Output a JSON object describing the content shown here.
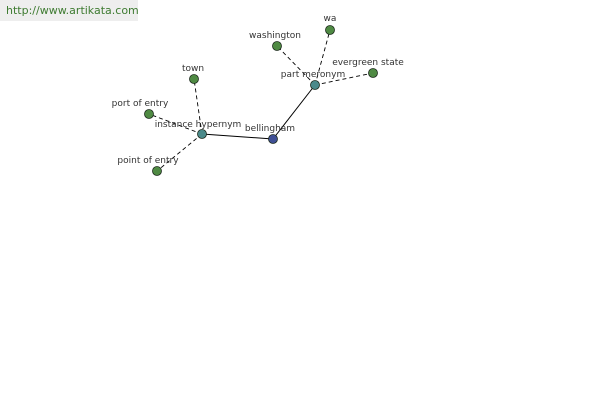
{
  "watermark": {
    "text": "http://www.artikata.com",
    "color": "#3e7b31",
    "background": "#eeeeee"
  },
  "colors": {
    "focus_node": "#3f4f95",
    "relation_node": "#4b8a8a",
    "leaf_node": "#4f8a43",
    "edge": "#000000",
    "label": "#333333"
  },
  "graph": {
    "nodes": [
      {
        "id": "bellingham",
        "label": "bellingham",
        "kind": "focus"
      },
      {
        "id": "instance-hypernym",
        "label": "instance hypernym",
        "kind": "relation"
      },
      {
        "id": "part-meronym",
        "label": "part meronym",
        "kind": "relation"
      },
      {
        "id": "town",
        "label": "town",
        "kind": "leaf"
      },
      {
        "id": "port-of-entry",
        "label": "port of entry",
        "kind": "leaf"
      },
      {
        "id": "point-of-entry",
        "label": "point of entry",
        "kind": "leaf"
      },
      {
        "id": "washington",
        "label": "washington",
        "kind": "leaf"
      },
      {
        "id": "wa",
        "label": "wa",
        "kind": "leaf"
      },
      {
        "id": "evergreen-state",
        "label": "evergreen state",
        "kind": "leaf"
      }
    ],
    "edges": [
      {
        "from": "bellingham",
        "to": "instance-hypernym",
        "style": "solid"
      },
      {
        "from": "bellingham",
        "to": "part-meronym",
        "style": "solid"
      },
      {
        "from": "instance-hypernym",
        "to": "town",
        "style": "dashed"
      },
      {
        "from": "instance-hypernym",
        "to": "port-of-entry",
        "style": "dashed"
      },
      {
        "from": "instance-hypernym",
        "to": "point-of-entry",
        "style": "dashed"
      },
      {
        "from": "part-meronym",
        "to": "washington",
        "style": "dashed"
      },
      {
        "from": "part-meronym",
        "to": "wa",
        "style": "dashed"
      },
      {
        "from": "part-meronym",
        "to": "evergreen-state",
        "style": "dashed"
      }
    ]
  }
}
